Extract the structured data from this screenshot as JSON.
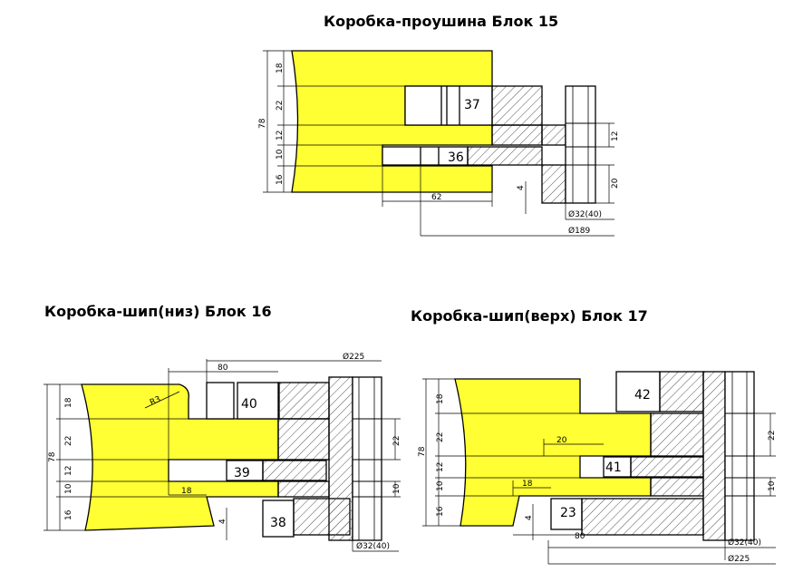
{
  "diagrams": [
    {
      "title": "Коробка-проушина Блок 15",
      "dims": {
        "d1": "18",
        "d2": "22",
        "d3": "12",
        "d4": "10",
        "d5": "16",
        "total": "78",
        "right_a": "12",
        "right_b": "20",
        "bottom": "62",
        "gap": "4",
        "bore": "Ø32(40)",
        "dia": "Ø189"
      },
      "cutters": {
        "a": "37",
        "b": "36"
      }
    },
    {
      "title": "Коробка-шип(низ) Блок 16",
      "dims": {
        "d1": "18",
        "d2": "22",
        "d3": "12",
        "d4": "10",
        "d5": "16",
        "total": "78",
        "top": "80",
        "dia": "Ø225",
        "radius": "R3",
        "inner": "18",
        "right_a": "22",
        "right_b": "10",
        "gap": "4",
        "bore": "Ø32(40)"
      },
      "cutters": {
        "a": "40",
        "b": "39",
        "c": "38"
      }
    },
    {
      "title": "Коробка-шип(верх) Блок 17",
      "dims": {
        "d1": "18",
        "d2": "22",
        "d3": "12",
        "d4": "10",
        "d5": "16",
        "total": "78",
        "inner_a": "20",
        "inner_b": "18",
        "right_a": "22",
        "right_b": "10",
        "gap": "4",
        "bottom": "80",
        "bore": "Ø32(40)",
        "dia": "Ø225"
      },
      "cutters": {
        "a": "42",
        "b": "41",
        "c": "23"
      }
    }
  ],
  "colors": {
    "workpiece": "#ffff33",
    "hatch": "#555555",
    "line": "#000000"
  }
}
